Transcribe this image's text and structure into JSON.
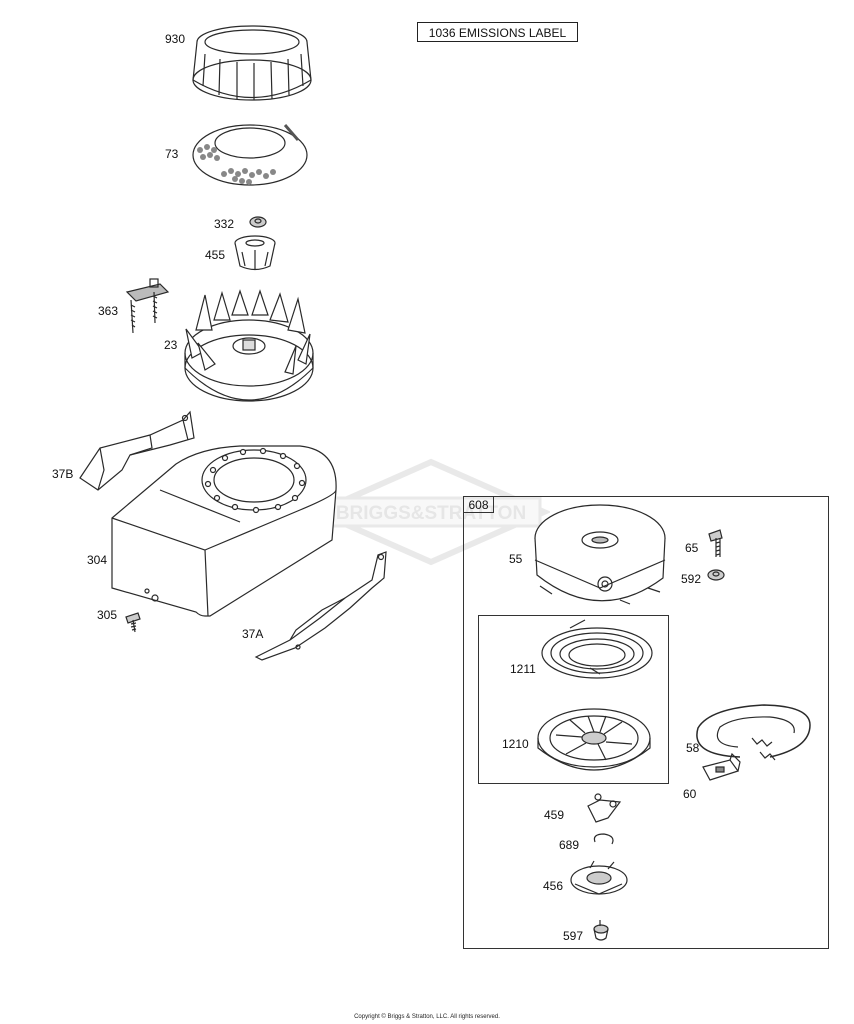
{
  "emissions_label": "1036 EMISSIONS LABEL",
  "kit_number": "608",
  "watermark_text": "BRIGGS&STRATTON",
  "copyright": "Copyright © Briggs & Stratton, LLC. All rights reserved.",
  "parts": {
    "p930": "930",
    "p73": "73",
    "p332": "332",
    "p455": "455",
    "p363": "363",
    "p23": "23",
    "p37b": "37B",
    "p304": "304",
    "p305": "305",
    "p37a": "37A",
    "p55": "55",
    "p65": "65",
    "p592": "592",
    "p1211": "1211",
    "p1210": "1210",
    "p58": "58",
    "p60": "60",
    "p459": "459",
    "p689": "689",
    "p456": "456",
    "p597": "597"
  },
  "colors": {
    "line": "#2a2a2a",
    "shade": "#d9d9d9",
    "dark": "#555555"
  }
}
